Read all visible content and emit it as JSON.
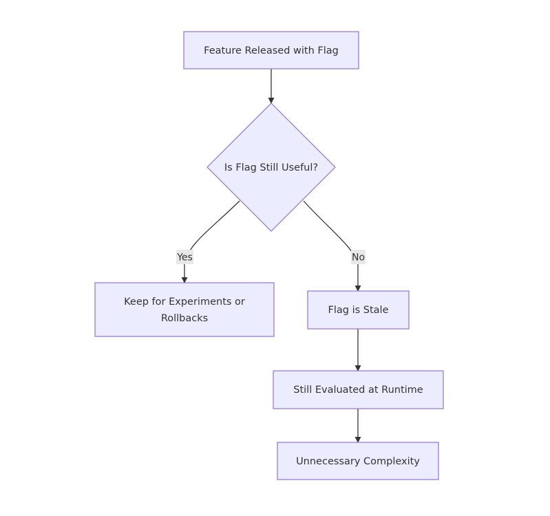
{
  "colors": {
    "node_fill": "#ECECFF",
    "node_stroke": "#9370DB",
    "edge": "#333333",
    "text": "#333333",
    "label_bg": "#e8e8e8"
  },
  "nodes": {
    "start": {
      "label": "Feature Released with Flag",
      "shape": "rectangle"
    },
    "decision": {
      "label": "Is Flag Still Useful?",
      "shape": "diamond"
    },
    "keep": {
      "label_line1": "Keep for Experiments or",
      "label_line2": "Rollbacks",
      "shape": "rectangle"
    },
    "stale": {
      "label": "Flag is Stale",
      "shape": "rectangle"
    },
    "evaluated": {
      "label": "Still Evaluated at Runtime",
      "shape": "rectangle"
    },
    "complexity": {
      "label": "Unnecessary Complexity",
      "shape": "rectangle"
    }
  },
  "edges": {
    "yes_label": "Yes",
    "no_label": "No"
  }
}
